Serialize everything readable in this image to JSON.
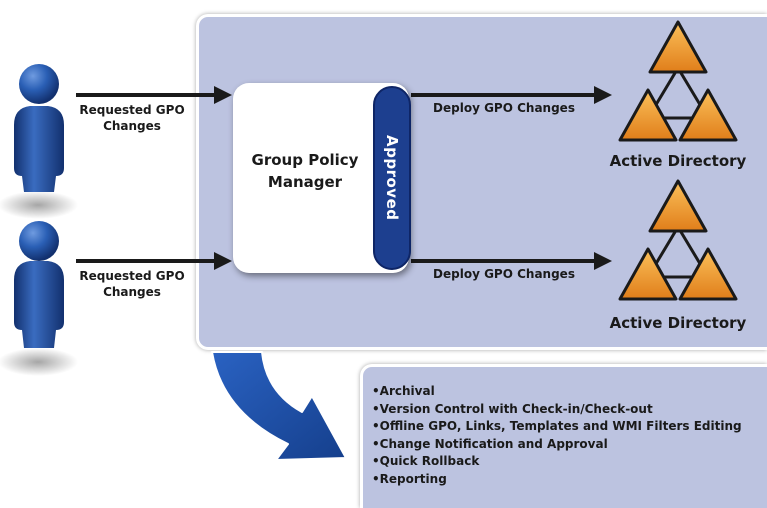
{
  "requesters": [
    {
      "label_line1": "Requested GPO",
      "label_line2": "Changes"
    },
    {
      "label_line1": "Requested GPO",
      "label_line2": "Changes"
    }
  ],
  "manager": {
    "line1": "Group Policy",
    "line2": "Manager",
    "approved_label": "Approved"
  },
  "deployments": [
    {
      "arrow_label": "Deploy GPO Changes",
      "target_label": "Active Directory"
    },
    {
      "arrow_label": "Deploy GPO Changes",
      "target_label": "Active Directory"
    }
  ],
  "features": [
    "Archival",
    "Version Control with Check-in/Check-out",
    "Offline GPO, Links, Templates and WMI Filters Editing",
    "Change Notification and Approval",
    "Quick Rollback",
    "Reporting"
  ],
  "colors": {
    "panel": "#bcc3e0",
    "approved_bar": "#1d3f8f",
    "person": "#1f4e9c",
    "curved_arrow": "#1d4ea3",
    "triangle": "#f29a2e",
    "arrow": "#1a1a1a"
  }
}
